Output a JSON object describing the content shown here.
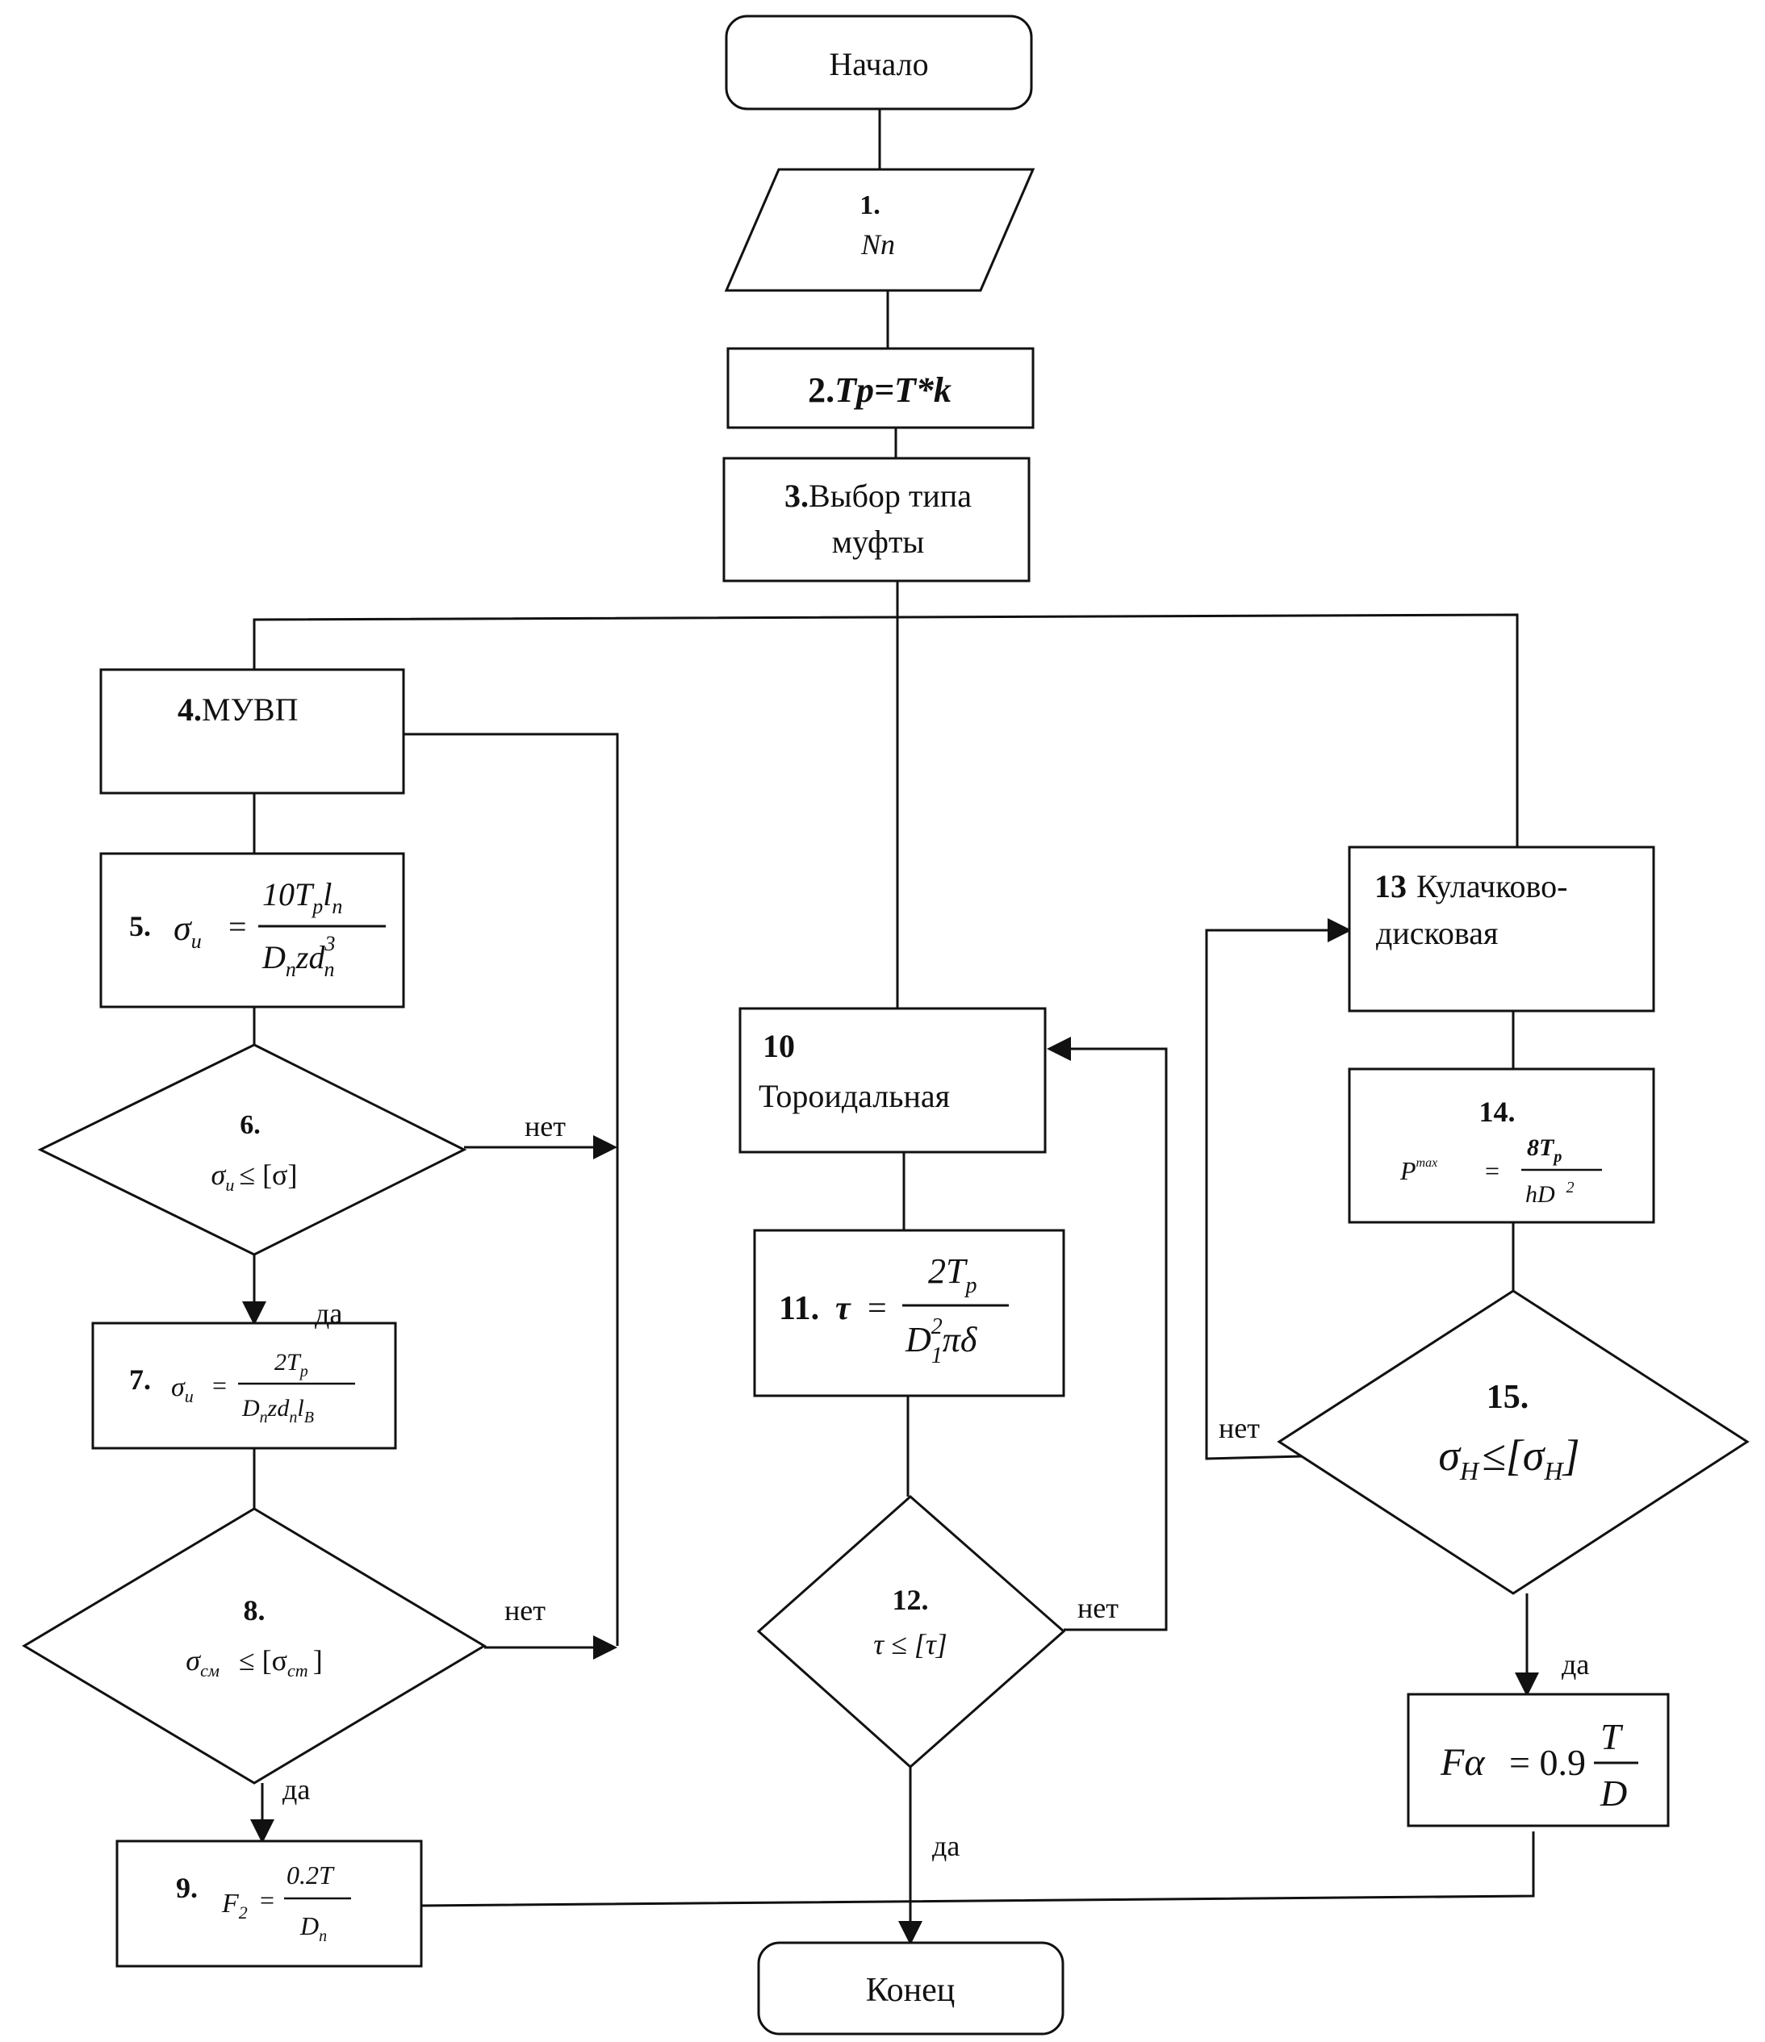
{
  "nodes": {
    "start": {
      "text": "Начало"
    },
    "n1": {
      "num": "1.",
      "text": "Nn"
    },
    "n2": {
      "num": "2.",
      "text": "Tp=T*k"
    },
    "n3": {
      "num": "3.",
      "line1": "Выбор типа",
      "line2": "муфты"
    },
    "n4": {
      "num": "4.",
      "text": "МУВП"
    },
    "n5": {
      "num": "5.",
      "lhs": "σ",
      "lhs_sub": "и",
      "eq": "=",
      "numer": "10T",
      "numer_sub1": "p",
      "numer_mid": "l",
      "numer_sub2": "n",
      "denom": "D",
      "denom_sub": "n",
      "denom_mid": "zd",
      "denom_sup": "3",
      "denom_sub2": "n"
    },
    "n6": {
      "num": "6.",
      "lhs": "σ",
      "lhs_sub": "и",
      "rel": "≤ [σ]"
    },
    "n7": {
      "num": "7.",
      "lhs": "σ",
      "lhs_sub": "и",
      "eq": "=",
      "numer": "2T",
      "numer_sub": "p",
      "denom_a": "D",
      "denom_sub1": "n",
      "denom_b": "zd",
      "denom_sub2": "n",
      "denom_c": "l",
      "denom_sub3": "B"
    },
    "n8": {
      "num": "8.",
      "lhs": "σ",
      "lhs_sub": "см",
      "rel": "≤ [σ",
      "rhs_sub": "cm",
      "close": "]"
    },
    "n9": {
      "num": "9.",
      "lhs": "F",
      "lhs_sub": "2",
      "eq": "=",
      "numer": "0.2T",
      "denom": "D",
      "denom_sub": "n"
    },
    "n10": {
      "num": "10",
      "text": "Тороидальная"
    },
    "n11": {
      "num": "11.",
      "lhs": "τ",
      "eq": "=",
      "numer": "2T",
      "numer_sub": "p",
      "denom_a": "D",
      "denom_sup": "2",
      "denom_sub": "1",
      "denom_b": "πδ"
    },
    "n12": {
      "num": "12.",
      "text": "τ ≤ [τ]"
    },
    "n13": {
      "num": "13",
      "line1": "Кулачково-",
      "line2": "дисковая"
    },
    "n14": {
      "num": "14.",
      "lhs": "P",
      "lhs_sup": "max",
      "eq": "=",
      "numer": "8T",
      "numer_sub": "p",
      "denom": "hD",
      "denom_sup": "2"
    },
    "n15": {
      "num": "15.",
      "lhs": "σ",
      "lhs_sub": "H",
      "rel": "≤[σ",
      "rhs_sub": "H",
      "close": "]"
    },
    "n16": {
      "lhs": "Fα",
      "eq": "= 0.9",
      "numer": "T",
      "denom": "D"
    },
    "end": {
      "text": "Конец"
    }
  },
  "labels": {
    "no": "нет",
    "yes": "да"
  }
}
